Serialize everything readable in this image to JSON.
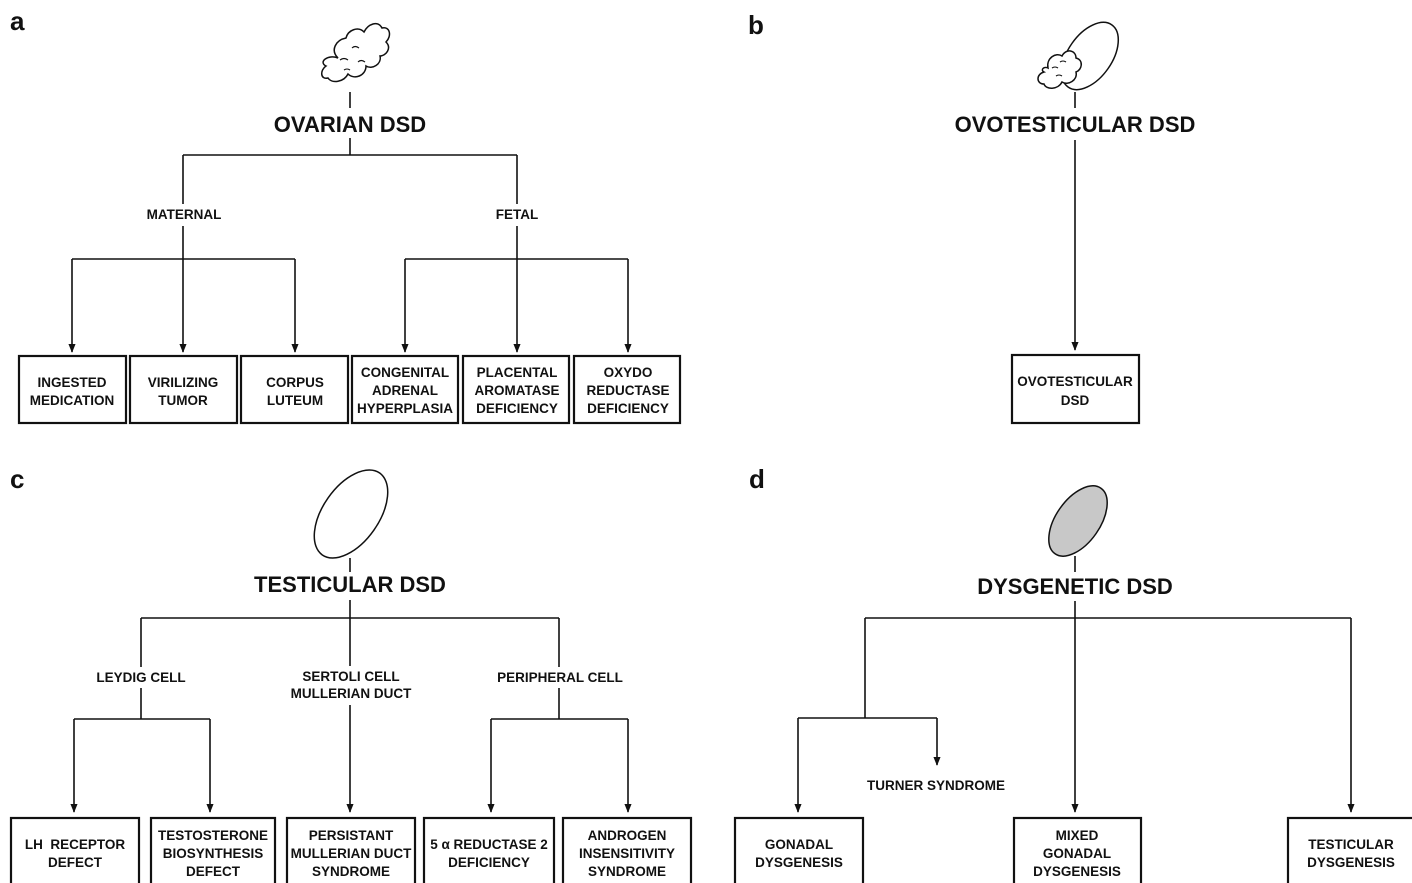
{
  "panels": {
    "a": {
      "letter": "a",
      "title": "OVARIAN DSD",
      "branches": {
        "maternal": "MATERNAL",
        "fetal": "FETAL"
      },
      "boxes": [
        [
          "INGESTED",
          "MEDICATION"
        ],
        [
          "VIRILIZING",
          "TUMOR"
        ],
        [
          "CORPUS",
          "LUTEUM"
        ],
        [
          "CONGENITAL",
          "ADRENAL",
          "HYPERPLASIA"
        ],
        [
          "PLACENTAL",
          "AROMATASE",
          "DEFICIENCY"
        ],
        [
          "OXYDO",
          "REDUCTASE",
          "DEFICIENCY"
        ]
      ]
    },
    "b": {
      "letter": "b",
      "title": "OVOTESTICULAR DSD",
      "boxes": [
        [
          "OVOTESTICULAR",
          "DSD"
        ]
      ]
    },
    "c": {
      "letter": "c",
      "title": "TESTICULAR DSD",
      "branches": {
        "leydig": "LEYDIG CELL",
        "sertoli_1": "SERTOLI CELL",
        "sertoli_2": "MULLERIAN DUCT",
        "peripheral": "PERIPHERAL CELL"
      },
      "boxes": [
        [
          "LH  RECEPTOR",
          "DEFECT"
        ],
        [
          "TESTOSTERONE",
          "BIOSYNTHESIS",
          "DEFECT"
        ],
        [
          "PERSISTANT",
          "MULLERIAN DUCT",
          "SYNDROME"
        ],
        [
          "5 α REDUCTASE 2",
          "DEFICIENCY"
        ],
        [
          "ANDROGEN",
          "INSENSITIVITY",
          "SYNDROME"
        ]
      ]
    },
    "d": {
      "letter": "d",
      "title": "DYSGENETIC DSD",
      "branches": {
        "turner": "TURNER SYNDROME"
      },
      "boxes": [
        [
          "GONADAL",
          "DYSGENESIS"
        ],
        [
          "MIXED",
          "GONADAL",
          "DYSGENESIS"
        ],
        [
          "TESTICULAR",
          "DYSGENESIS"
        ]
      ]
    }
  },
  "colors": {
    "ink": "#111111",
    "dysgenetic_gonad_fill": "#c8c8c8"
  },
  "icons": {
    "a": "ovary-icon",
    "b": "ovotestis-icon",
    "c": "testis-icon",
    "d": "streak-gonad-icon"
  }
}
